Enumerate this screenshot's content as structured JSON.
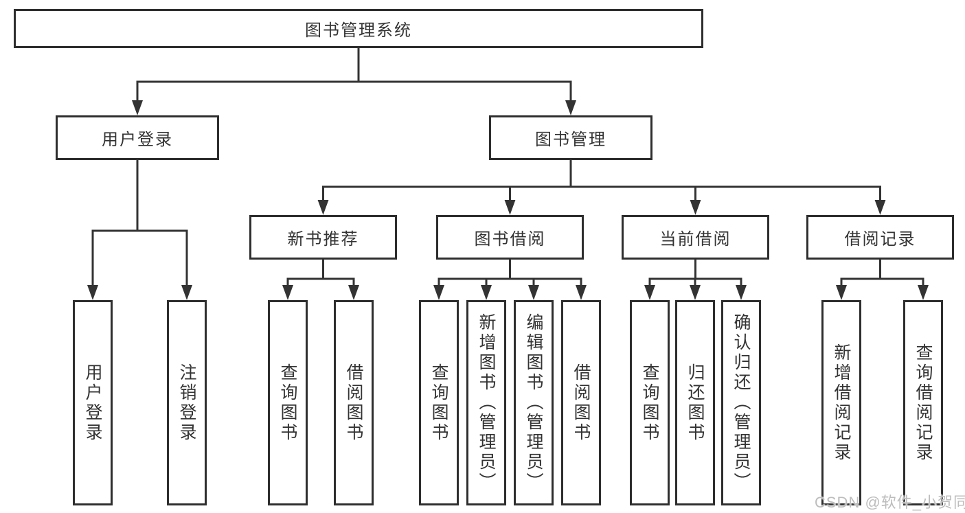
{
  "diagram": {
    "root": "图书管理系统",
    "branches": [
      {
        "label": "用户登录",
        "leaves": [
          "用户登录",
          "注销登录"
        ]
      },
      {
        "label": "图书管理",
        "groups": [
          {
            "label": "新书推荐",
            "leaves": [
              "查询图书",
              "借阅图书"
            ]
          },
          {
            "label": "图书借阅",
            "leaves": [
              "查询图书",
              "新增图书（管理员）",
              "编辑图书（管理员）",
              "借阅图书"
            ]
          },
          {
            "label": "当前借阅",
            "leaves": [
              "查询图书",
              "归还图书",
              "确认归还（管理员）"
            ]
          },
          {
            "label": "借阅记录",
            "leaves": [
              "新增借阅记录",
              "查询借阅记录"
            ]
          }
        ]
      }
    ]
  },
  "watermark": "CSDN @软件_小贺同学",
  "colors": {
    "line": "#333333",
    "box_border": "#2e2e2e",
    "text": "#333333",
    "watermark": "#bdbdbd",
    "background": "#ffffff"
  }
}
